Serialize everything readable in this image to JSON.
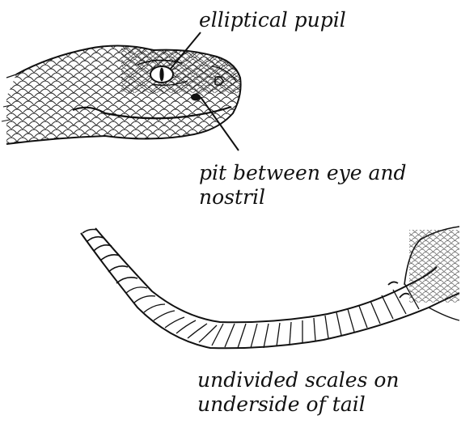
{
  "labels": {
    "pupil": "elliptical pupil",
    "pit_line1": "pit between eye and",
    "pit_line2": "nostril",
    "scales_line1": "undivided scales on",
    "scales_line2": "underside of tail"
  },
  "illustrations": {
    "head": "rattlesnake-head-side-view",
    "tail": "rattlesnake-tail-underside"
  },
  "colors": {
    "ink": "#111111",
    "background": "#ffffff"
  }
}
